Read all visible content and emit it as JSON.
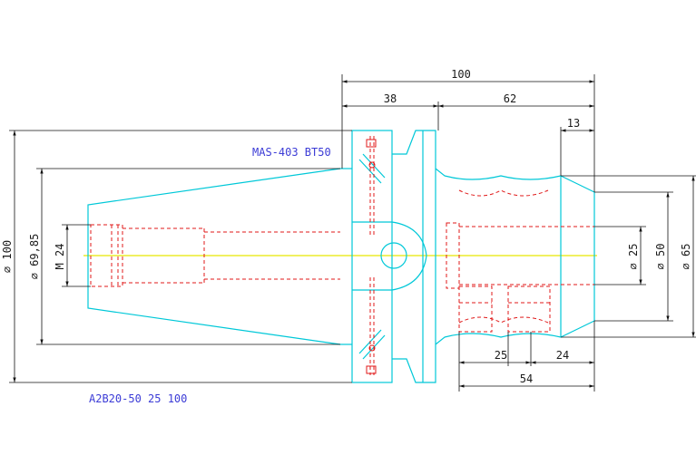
{
  "labels": {
    "holder_model": "MAS-403 BT50",
    "part_code": "A2B20-50 25 100"
  },
  "dimensions": {
    "overall_length": "100",
    "taper_length": "38",
    "body_length": "62",
    "nose_length": "13",
    "bore_depth": "54",
    "set_screw_span": "25",
    "nose_span": "24",
    "flange_diameter": "⌀ 100",
    "gauge_diameter": "⌀ 69,85",
    "thread": "M 24",
    "bore_diameter": "⌀ 25",
    "body_diameter": "⌀ 50",
    "nose_diameter": "⌀ 65"
  },
  "colors": {
    "outline": "#00c8d8",
    "hidden": "#e01818",
    "centerline": "#e8e800",
    "dimension": "#111111",
    "text": "#3b3bd6"
  }
}
